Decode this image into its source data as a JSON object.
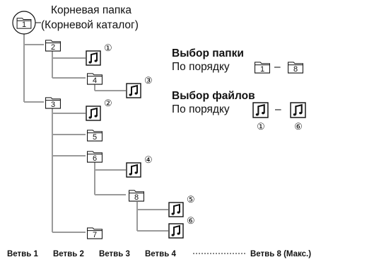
{
  "root": {
    "label_line1": "Корневая папка",
    "label_line2": "(Корневой каталог)",
    "folder_number": "1"
  },
  "folders": [
    "2",
    "3",
    "4",
    "5",
    "6",
    "7",
    "8"
  ],
  "files": [
    "①",
    "②",
    "③",
    "④",
    "⑤",
    "⑥"
  ],
  "folder_selection": {
    "title": "Выбор папки",
    "order_label": "По порядку",
    "from": "1",
    "to": "8",
    "dash": "–"
  },
  "file_selection": {
    "title": "Выбор файлов",
    "order_label": "По порядку",
    "from": "①",
    "to": "⑥",
    "dash": "–"
  },
  "branches": {
    "b1": "Ветвь 1",
    "b2": "Ветвь 2",
    "b3": "Ветвь 3",
    "b4": "Ветвь 4",
    "b8": "Ветвь 8 (Макс.)"
  },
  "icons": {
    "folder": "folder-icon",
    "file": "music-file-icon"
  }
}
